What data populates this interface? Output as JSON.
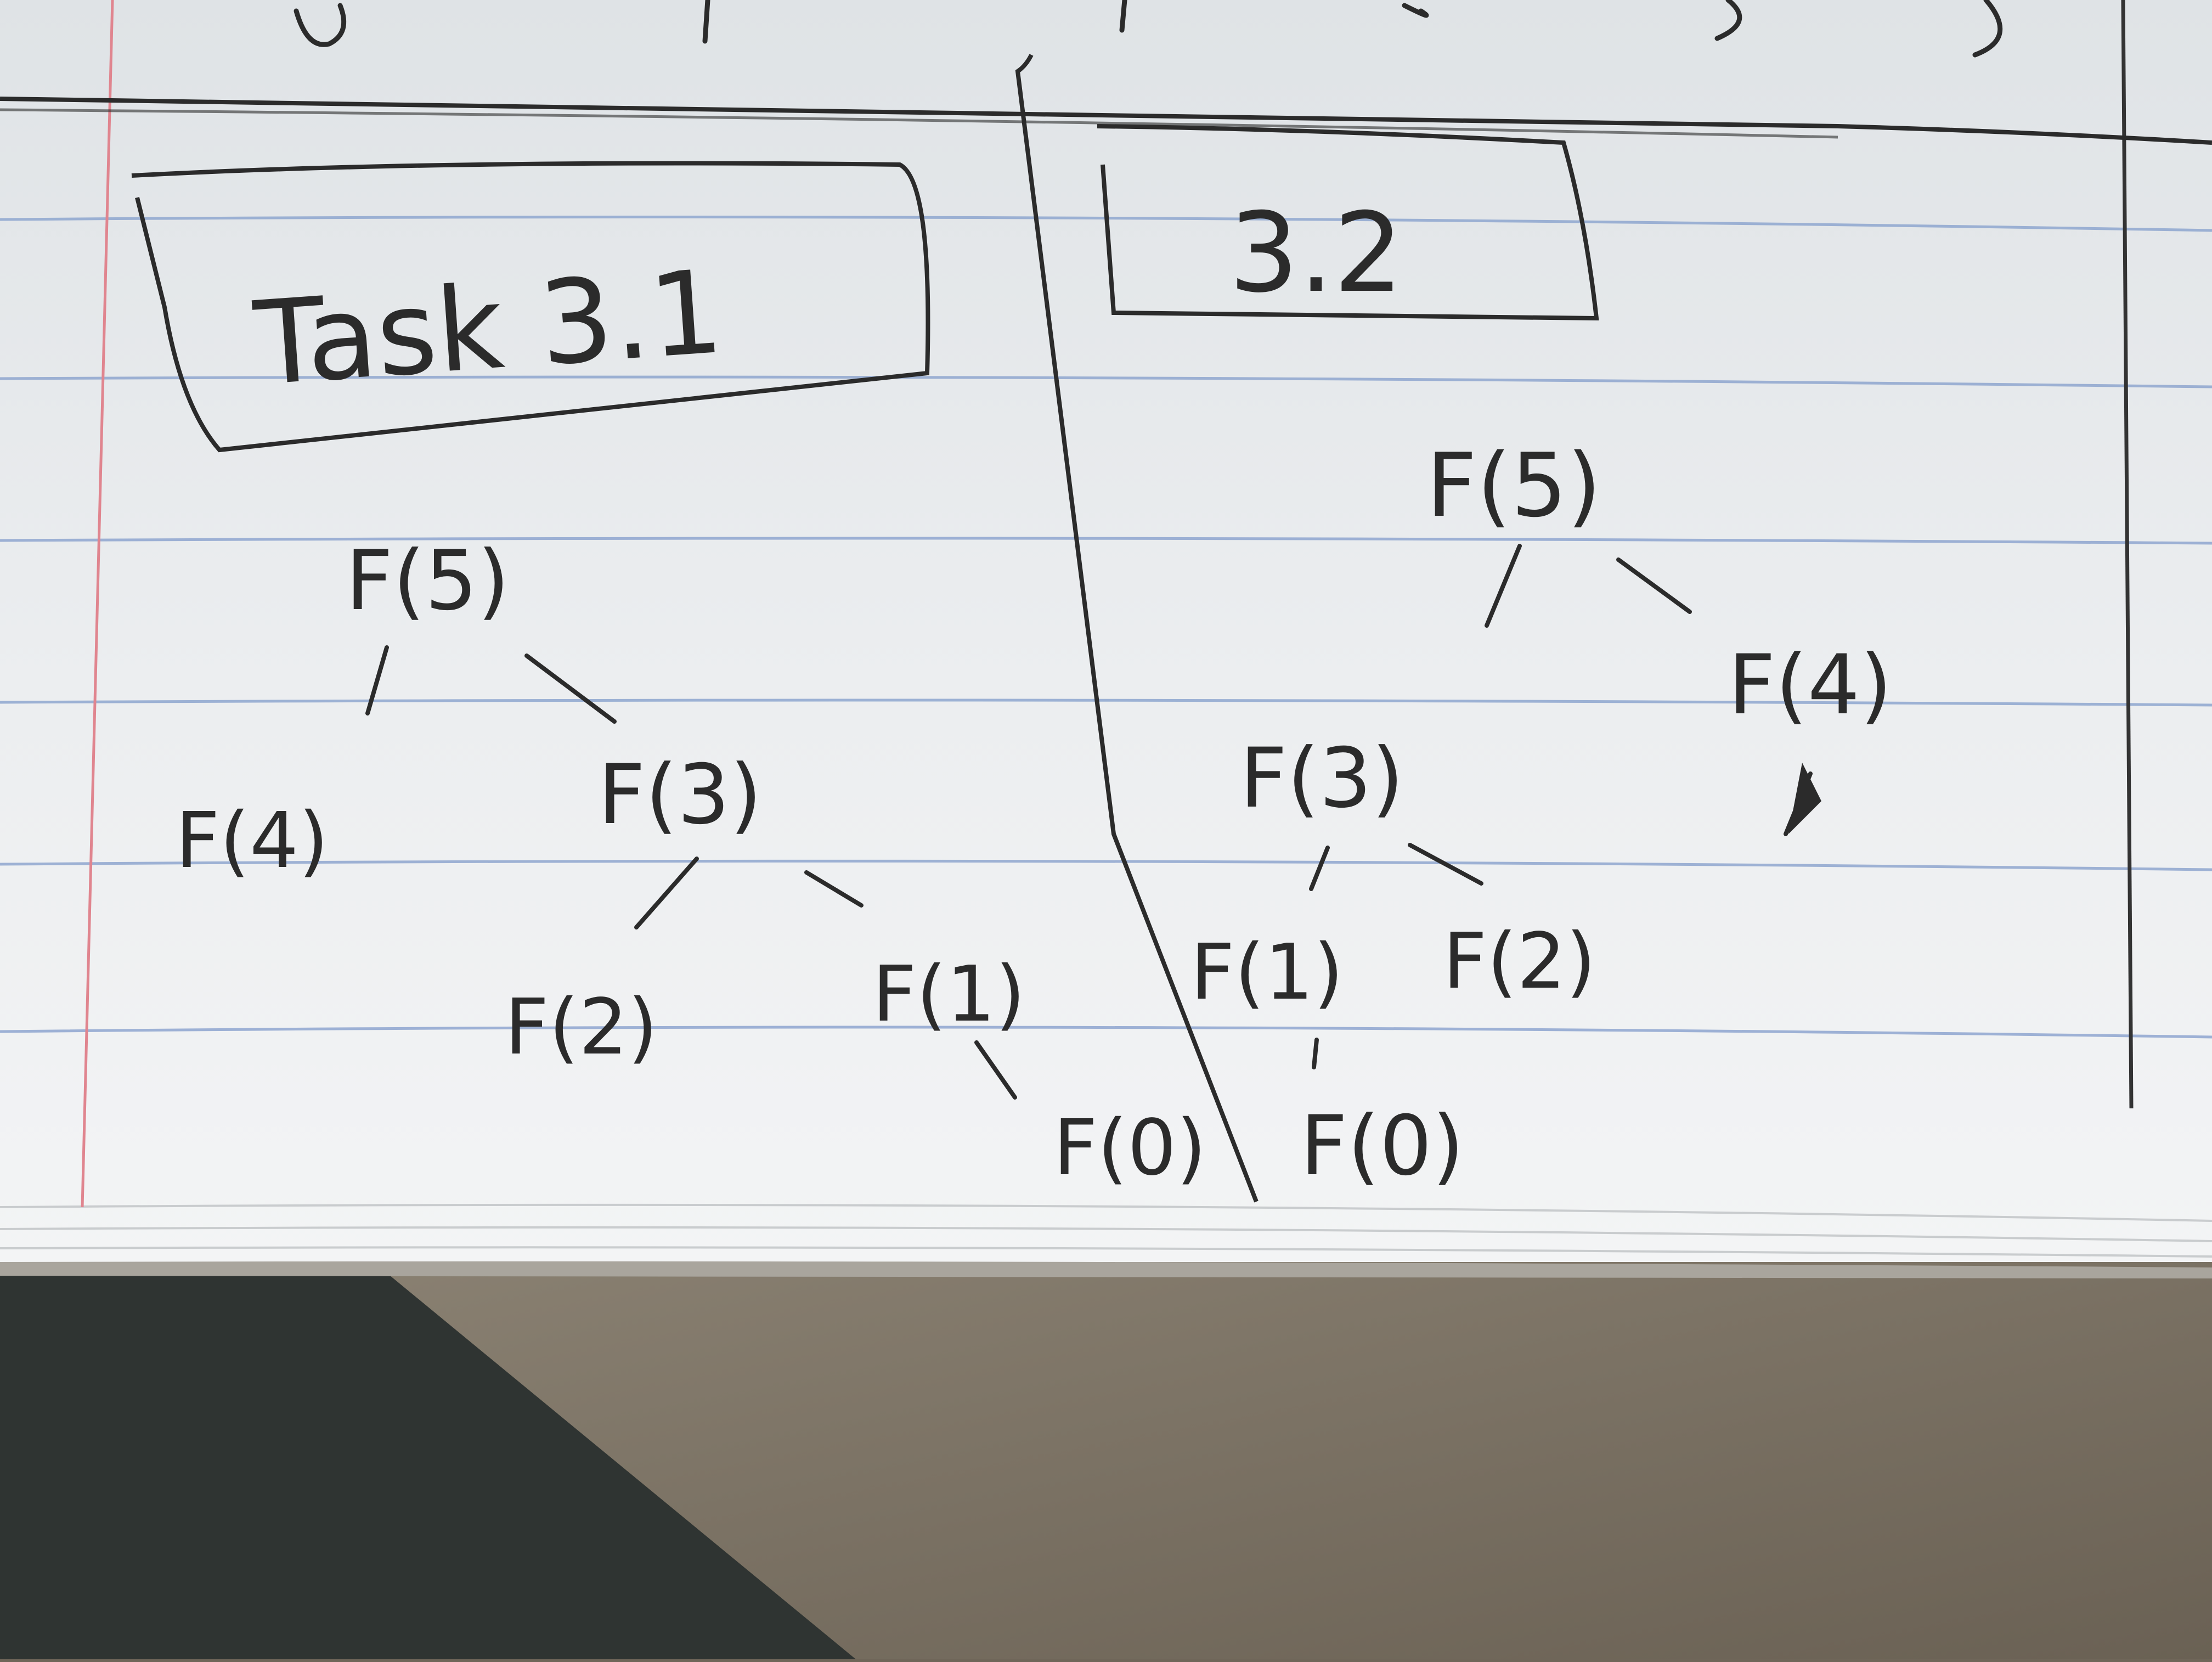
{
  "notebook": {
    "left_section": {
      "title": "Task 3.1",
      "tree": {
        "root": "F(5)",
        "level1_left": "F(4)",
        "level1_right": "F(3)",
        "level2_left": "F(2)",
        "level2_right": "F(1)",
        "level3": "F(0)"
      }
    },
    "right_section": {
      "title": "3.2",
      "tree": {
        "root": "F(5)",
        "level1_left": "F(3)",
        "level1_right": "F(4)",
        "level2_left": "F(1)",
        "level2_right": "F(2)",
        "level3": "F(0)"
      }
    }
  },
  "colors": {
    "paper": "#eef0f1",
    "ruled_line": "#8ea6cf",
    "margin_line": "#e0858f",
    "pencil": "#2b2b2b",
    "table_dark": "#2f3432",
    "table_light": "#9a8f80"
  }
}
